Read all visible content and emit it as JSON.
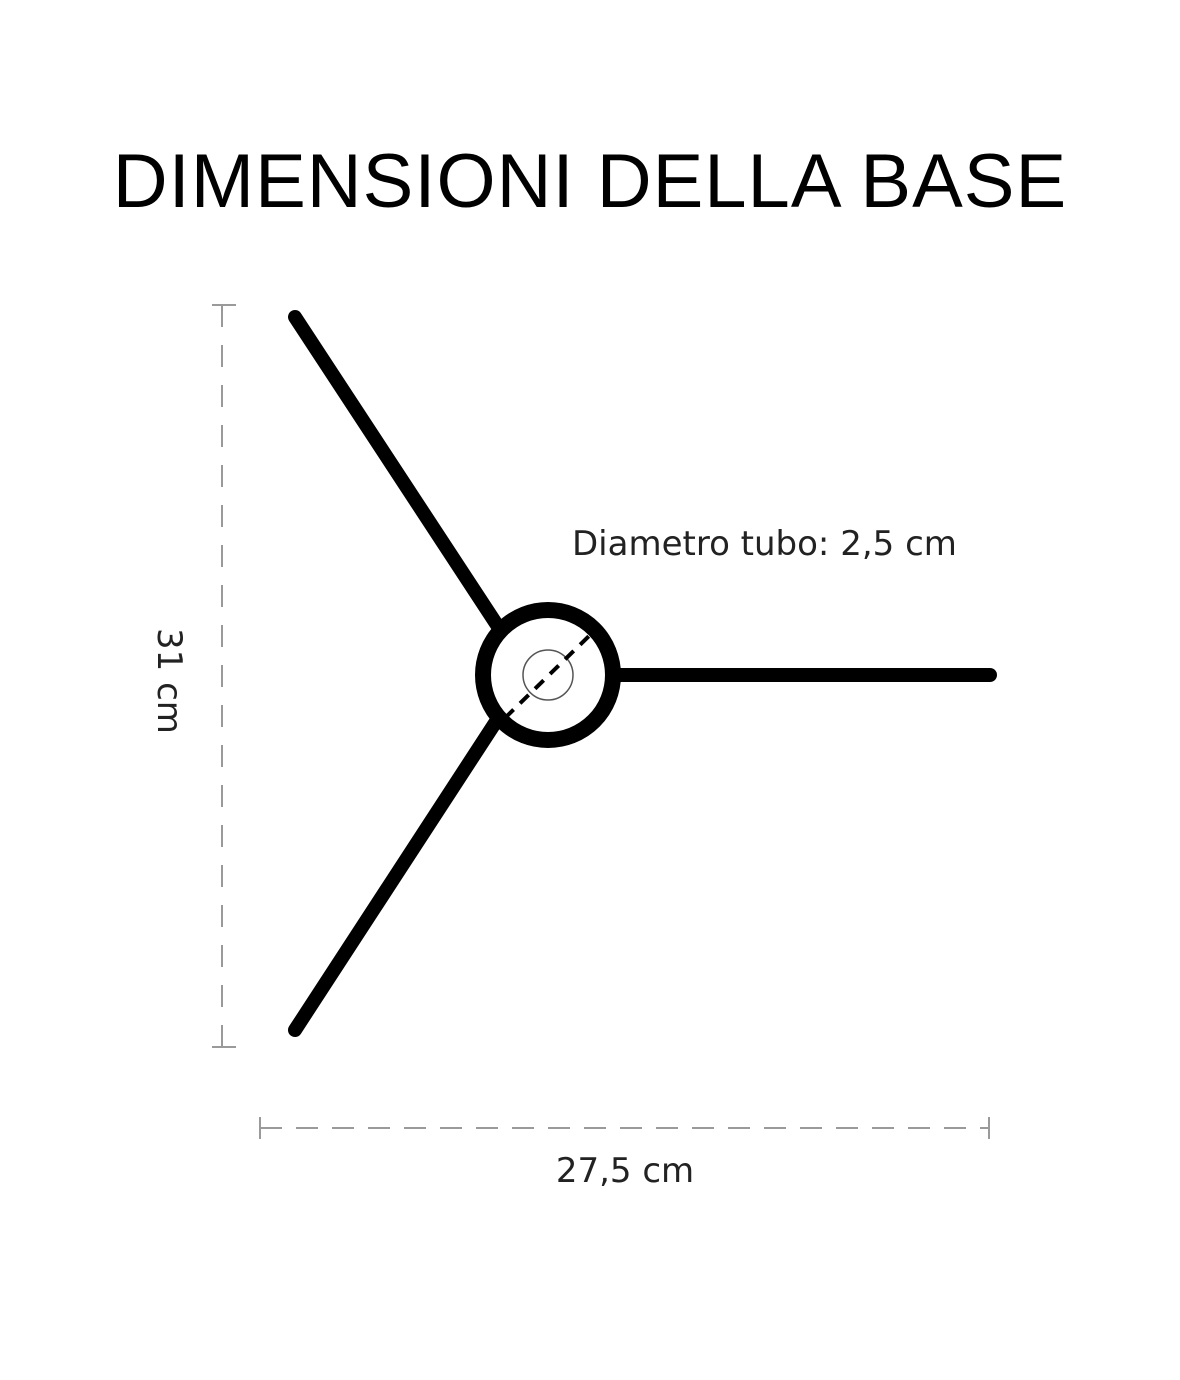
{
  "title": "DIMENSIONI DELLA BASE",
  "labels": {
    "tube_diameter": "Diametro tubo: 2,5 cm",
    "height": "31 cm",
    "width": "27,5 cm"
  },
  "colors": {
    "stroke": "#000000",
    "dimension_line": "#9a9a9a",
    "text": "#222222"
  }
}
